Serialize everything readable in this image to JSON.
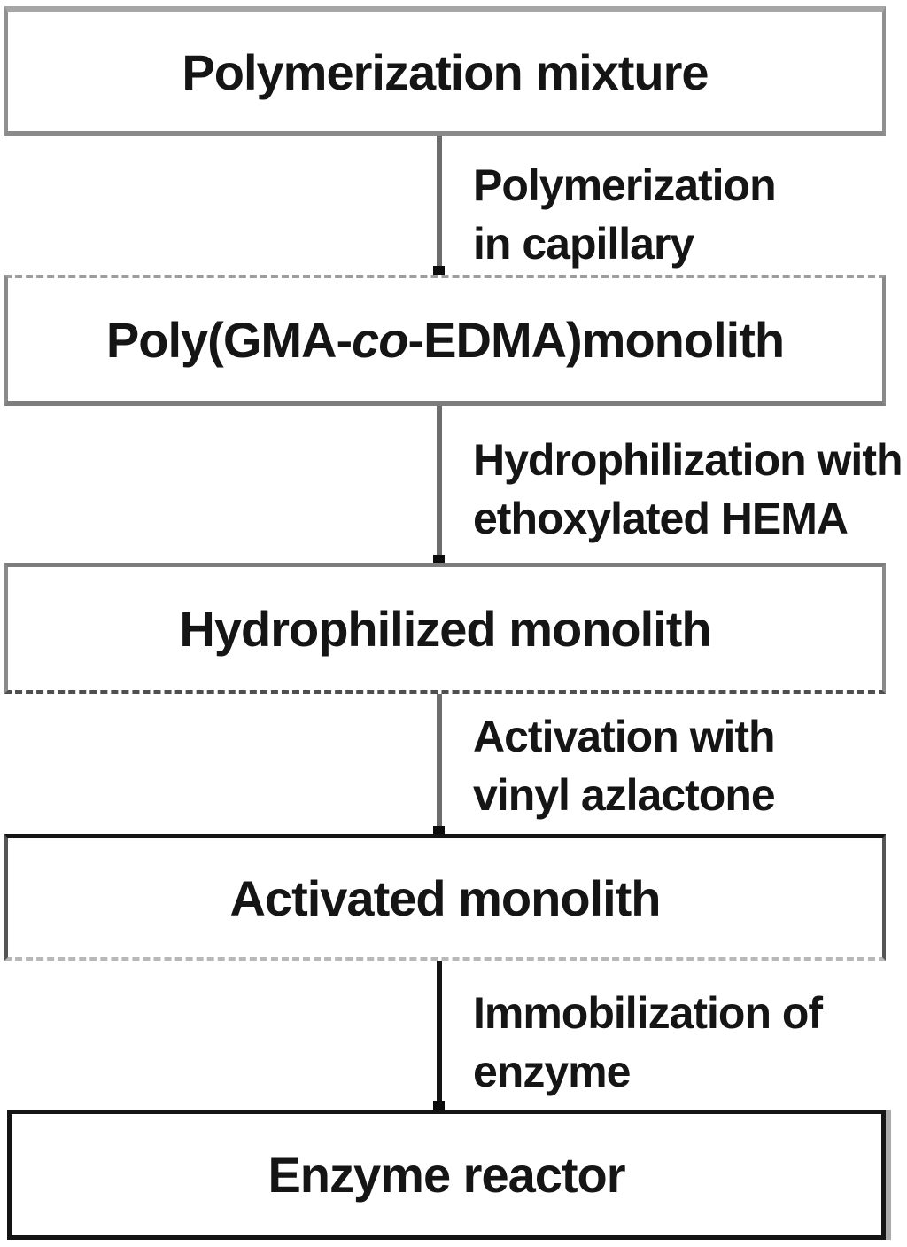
{
  "flowchart": {
    "boxes": [
      {
        "label": "Polymerization mixture"
      },
      {
        "pre": "Poly(GMA-",
        "italic": "co",
        "post": "-EDMA)monolith"
      },
      {
        "label": "Hydrophilized monolith"
      },
      {
        "label": "Activated monolith"
      },
      {
        "label": "Enzyme reactor"
      }
    ],
    "arrows": [
      {
        "line1": "Polymerization",
        "line2": "in capillary"
      },
      {
        "line1": "Hydrophilization with",
        "line2": "ethoxylated HEMA"
      },
      {
        "line1": "Activation with",
        "line2": "vinyl azlactone"
      },
      {
        "line1": "Immobilization of",
        "line2": "enzyme"
      }
    ],
    "colors": {
      "border_gray": "#8e8e8e",
      "border_black": "#141414",
      "connector_gray": "#6d6d6d",
      "text": "#151515",
      "background": "#ffffff"
    }
  }
}
